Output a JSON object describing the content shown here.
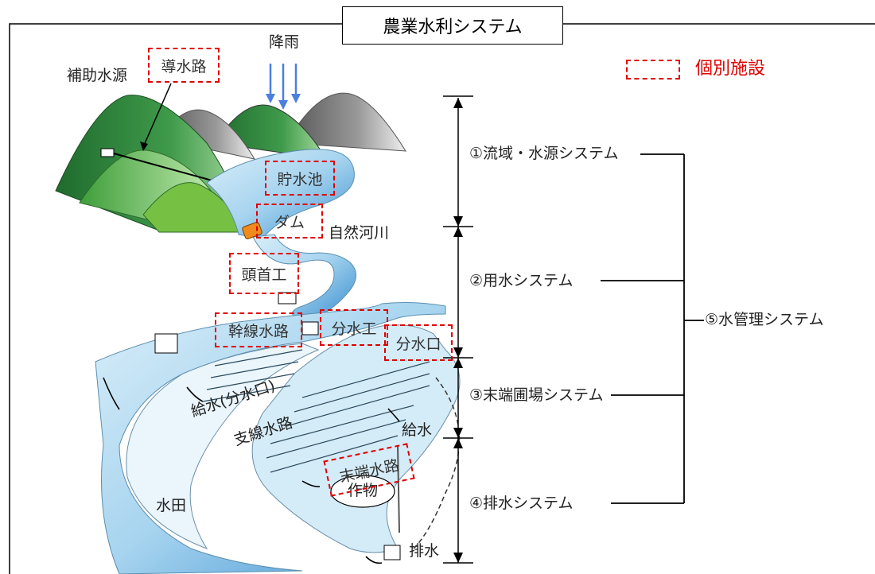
{
  "title": "農業水利システム",
  "legend": {
    "label": "個別施設",
    "color": "#e00000"
  },
  "labels": {
    "rain": "降雨",
    "aux_source": "補助水源",
    "natural_river": "自然河川",
    "supply_branch": "給水(分水口)",
    "branch_canal": "支線水路",
    "supply": "給水",
    "paddy": "水田",
    "crops": "作物",
    "drainage": "排水"
  },
  "facilities": {
    "conduit": "導水路",
    "reservoir": "貯水池",
    "dam": "ダム",
    "headworks": "頭首工",
    "main_canal": "幹線水路",
    "diversion_works": "分水工",
    "diversion_gate": "分水口",
    "terminal_canal": "末端水路"
  },
  "systems": [
    {
      "label": "①流域・水源システム"
    },
    {
      "label": "②用水システム"
    },
    {
      "label": "③末端圃場システム"
    },
    {
      "label": "④排水システム"
    }
  ],
  "management": "⑤水管理システム",
  "colors": {
    "water": "#8ecae6",
    "water_dark": "#3a8fd0",
    "mountain_dark": "#2e7d32",
    "mountain_light": "#76c043",
    "rain": "#4a7fe0",
    "dam": "#f08a1c"
  }
}
